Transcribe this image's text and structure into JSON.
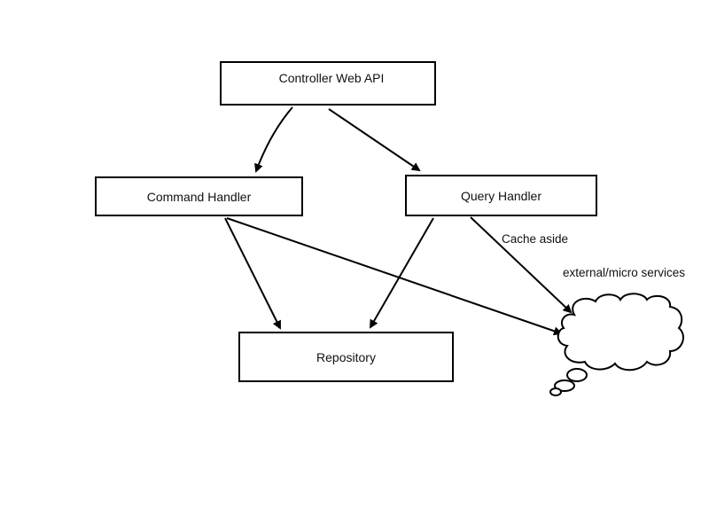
{
  "diagram": {
    "nodes": {
      "controller": "Controller Web API",
      "command_handler": "Command Handler",
      "query_handler": "Query Handler",
      "repository": "Repository",
      "external_services": "external/micro services"
    },
    "edge_labels": {
      "cache_aside": "Cache aside"
    },
    "edges": [
      {
        "from": "Controller Web API",
        "to": "Command Handler"
      },
      {
        "from": "Controller Web API",
        "to": "Query Handler"
      },
      {
        "from": "Command Handler",
        "to": "Repository"
      },
      {
        "from": "Command Handler",
        "to": "external/micro services"
      },
      {
        "from": "Query Handler",
        "to": "Repository"
      },
      {
        "from": "Query Handler",
        "to": "external/micro services",
        "label": "Cache aside"
      }
    ]
  }
}
